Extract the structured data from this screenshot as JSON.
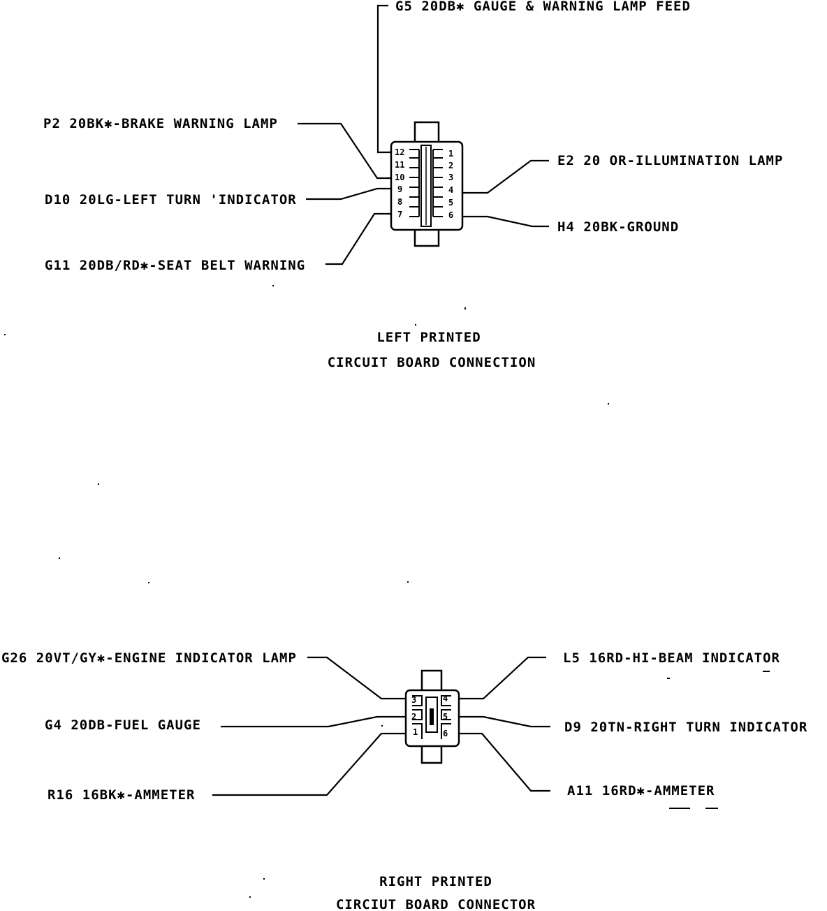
{
  "left_connector": {
    "wires": [
      "G5 20DB✱ GAUGE & WARNING LAMP FEED",
      "P2 20BK✱-BRAKE WARNING LAMP",
      "D10 20LG-LEFT TURN 'INDICATOR",
      "G11 20DB/RD✱-SEAT BELT WARNING",
      "E2 20 OR-ILLUMINATION LAMP",
      "H4 20BK-GROUND"
    ],
    "pins_left": [
      "12",
      "11",
      "10",
      "9",
      "8",
      "7"
    ],
    "pins_right": [
      "1",
      "2",
      "3",
      "4",
      "5",
      "6"
    ],
    "caption_line1": "LEFT PRINTED",
    "caption_line2": "CIRCUIT BOARD CONNECTION"
  },
  "right_connector": {
    "wires": [
      "G26 20VT/GY✱-ENGINE INDICATOR LAMP",
      "G4 20DB-FUEL GAUGE",
      "R16 16BK✱-AMMETER",
      "L5 16RD-HI-BEAM INDICATOR",
      "D9 20TN-RIGHT TURN INDICATOR",
      "A11 16RD✱-AMMETER"
    ],
    "pins_left": [
      "3",
      "2",
      "1"
    ],
    "pins_right": [
      "4",
      "5",
      "6"
    ],
    "caption_line1": "RIGHT PRINTED",
    "caption_line2": "CIRCIUT BOARD CONNECTOR"
  }
}
